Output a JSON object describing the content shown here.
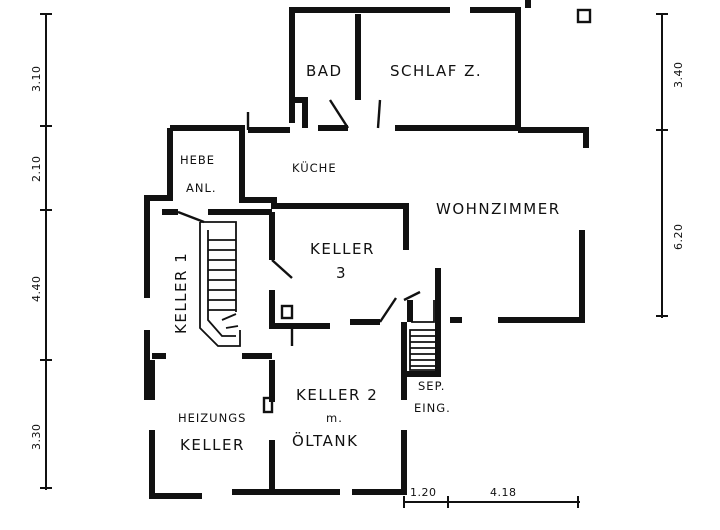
{
  "rooms": {
    "bad": "BAD",
    "schlaf": "SCHLAF Z.",
    "hebe_line1": "HEBE",
    "hebe_line2": "ANL.",
    "kueche": "KÜCHE",
    "wohnzimmer": "WOHNZIMMER",
    "keller1": "KELLER 1",
    "keller3_line1": "KELLER",
    "keller3_line2": "3",
    "keller2_line1": "KELLER 2",
    "keller2_line2": "m.",
    "keller2_line3": "ÖLTANK",
    "heizung_line1": "HEIZUNGS",
    "heizung_line2": "KELLER",
    "sep_line1": "SEP.",
    "sep_line2": "EING."
  },
  "dimensions": {
    "left": [
      "3.10",
      "2.10",
      "4.40",
      "3.30"
    ],
    "right": [
      "3.40",
      "6.20"
    ],
    "bottom": [
      "1.20",
      "4.18"
    ]
  }
}
